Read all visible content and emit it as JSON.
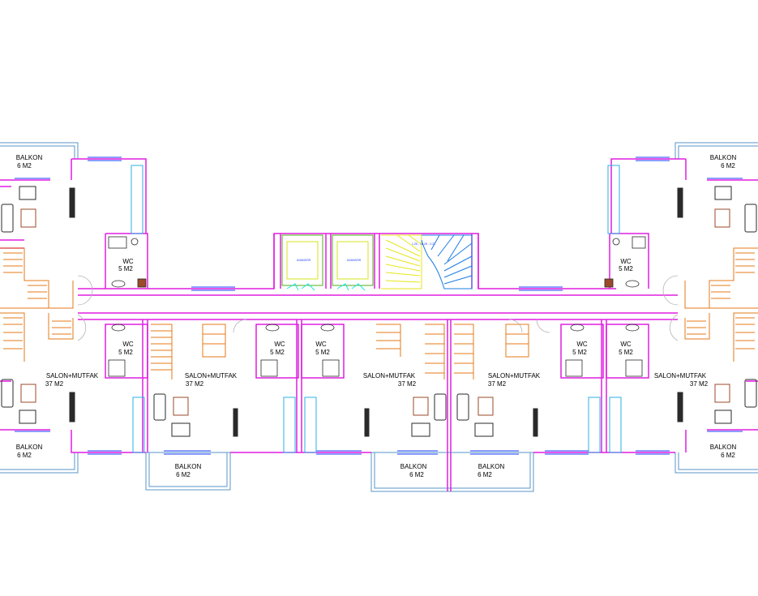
{
  "colors": {
    "wall": "#e01ee0",
    "balcony": "#5a95c8",
    "stairs": "#e67817",
    "furniture": "#2a2a2a",
    "brown": "#9b4a2a",
    "elevator": "#4caf1a",
    "elevator_line": "#d6e61a",
    "stair_yellow": "#e6e61a",
    "stair_blue": "#1a7be6",
    "window": "#1a3cff",
    "kitchen": "#2ab2e6",
    "door": "#b4b4b4"
  },
  "labels": {
    "balkon": "BALKON",
    "m6": "6 M2",
    "wc": "WC",
    "m5": "5 M2",
    "salon": "SALON+MUTFAK",
    "m37": "37 M2",
    "asansor": "ASANSÖR",
    "stair_note": "1.25 - 18.2H - 0.27"
  },
  "icons": [
    "sofa-icon",
    "armchair-icon",
    "tv-icon",
    "toilet-icon",
    "sink-icon",
    "shower-icon",
    "kitchen-counter-icon"
  ]
}
